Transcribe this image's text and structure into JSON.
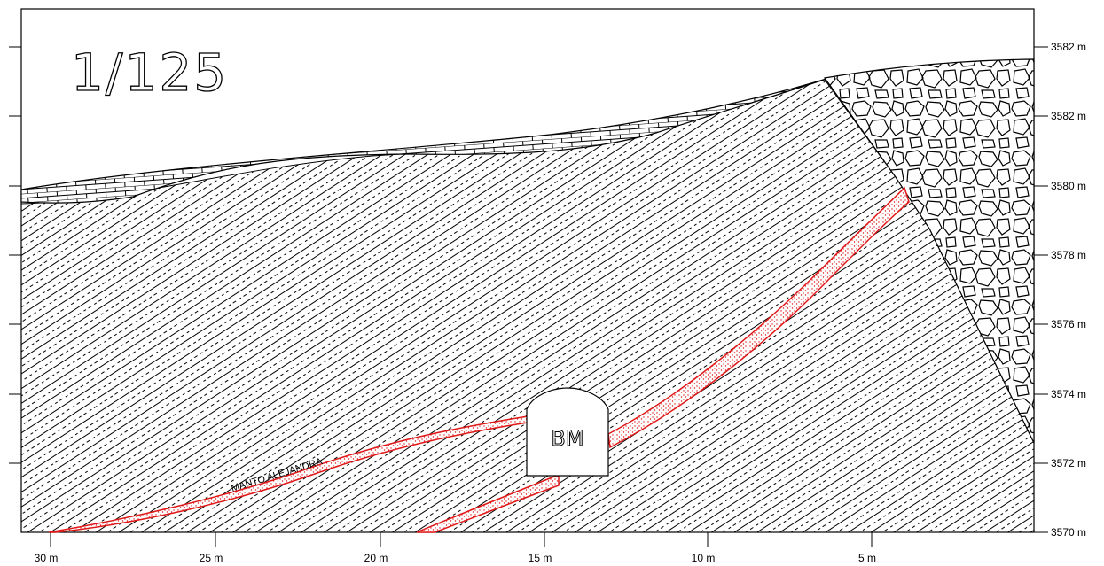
{
  "scale": "1/125",
  "tunnel_label": "BM",
  "vein_label": "MANTO ALEJANDRA",
  "x_ticks": [
    "30 m",
    "25 m",
    "20 m",
    "15 m",
    "10 m",
    "5 m"
  ],
  "y_ticks": [
    "3582 m",
    "3582 m",
    "3580 m",
    "3578 m",
    "3576 m",
    "3574 m",
    "3572 m",
    "3570 m"
  ],
  "colors": {
    "vein": "#e01818",
    "ink": "#000000",
    "background": "#ffffff"
  }
}
